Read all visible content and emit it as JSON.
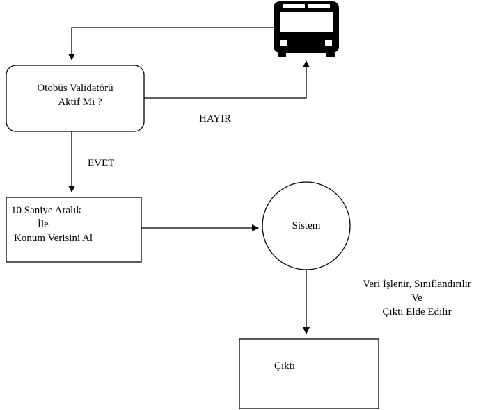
{
  "diagram": {
    "nodes": {
      "validator": {
        "lines": [
          "Otobüs Validatörü",
          "Aktif Mi ?"
        ]
      },
      "location": {
        "lines": [
          "10 Saniye Aralık",
          "İle",
          "Konum Verisini Al"
        ]
      },
      "system": {
        "label": "Sistem"
      },
      "output": {
        "label": "Çıktı"
      },
      "bus": {
        "icon": "bus-icon"
      }
    },
    "edges": {
      "no_label": "HAYIR",
      "yes_label": "EVET",
      "processing_lines": [
        "Veri İşlenir, Sınıflandırılır",
        "Ve",
        "Çıktı Elde Edilir"
      ]
    },
    "colors": {
      "stroke": "#000000",
      "background": "#ffffff"
    }
  }
}
